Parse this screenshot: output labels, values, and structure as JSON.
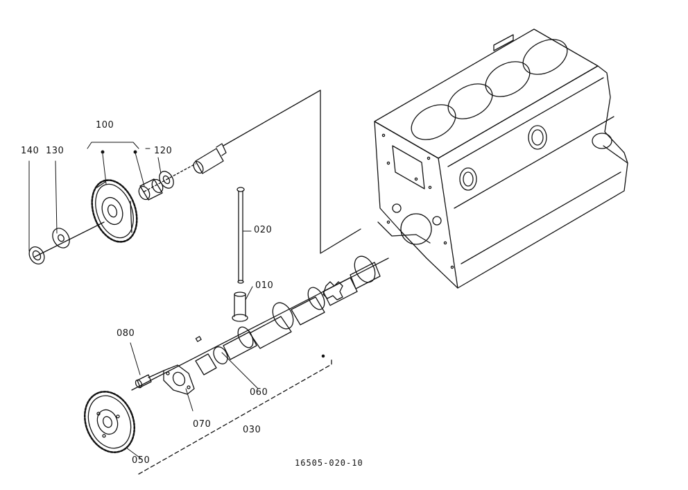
{
  "drawing_number": "16505-020-10",
  "parts": [
    {
      "id": "p010",
      "label": "010"
    },
    {
      "id": "p020",
      "label": "020"
    },
    {
      "id": "p030",
      "label": "030"
    },
    {
      "id": "p050",
      "label": "050"
    },
    {
      "id": "p060",
      "label": "060"
    },
    {
      "id": "p070",
      "label": "070"
    },
    {
      "id": "p080",
      "label": "080"
    },
    {
      "id": "p100",
      "label": "100"
    },
    {
      "id": "p120",
      "label": "120"
    },
    {
      "id": "p130",
      "label": "130"
    },
    {
      "id": "p140",
      "label": "140"
    }
  ],
  "colors": {
    "line": "#111111",
    "background": "#ffffff"
  }
}
